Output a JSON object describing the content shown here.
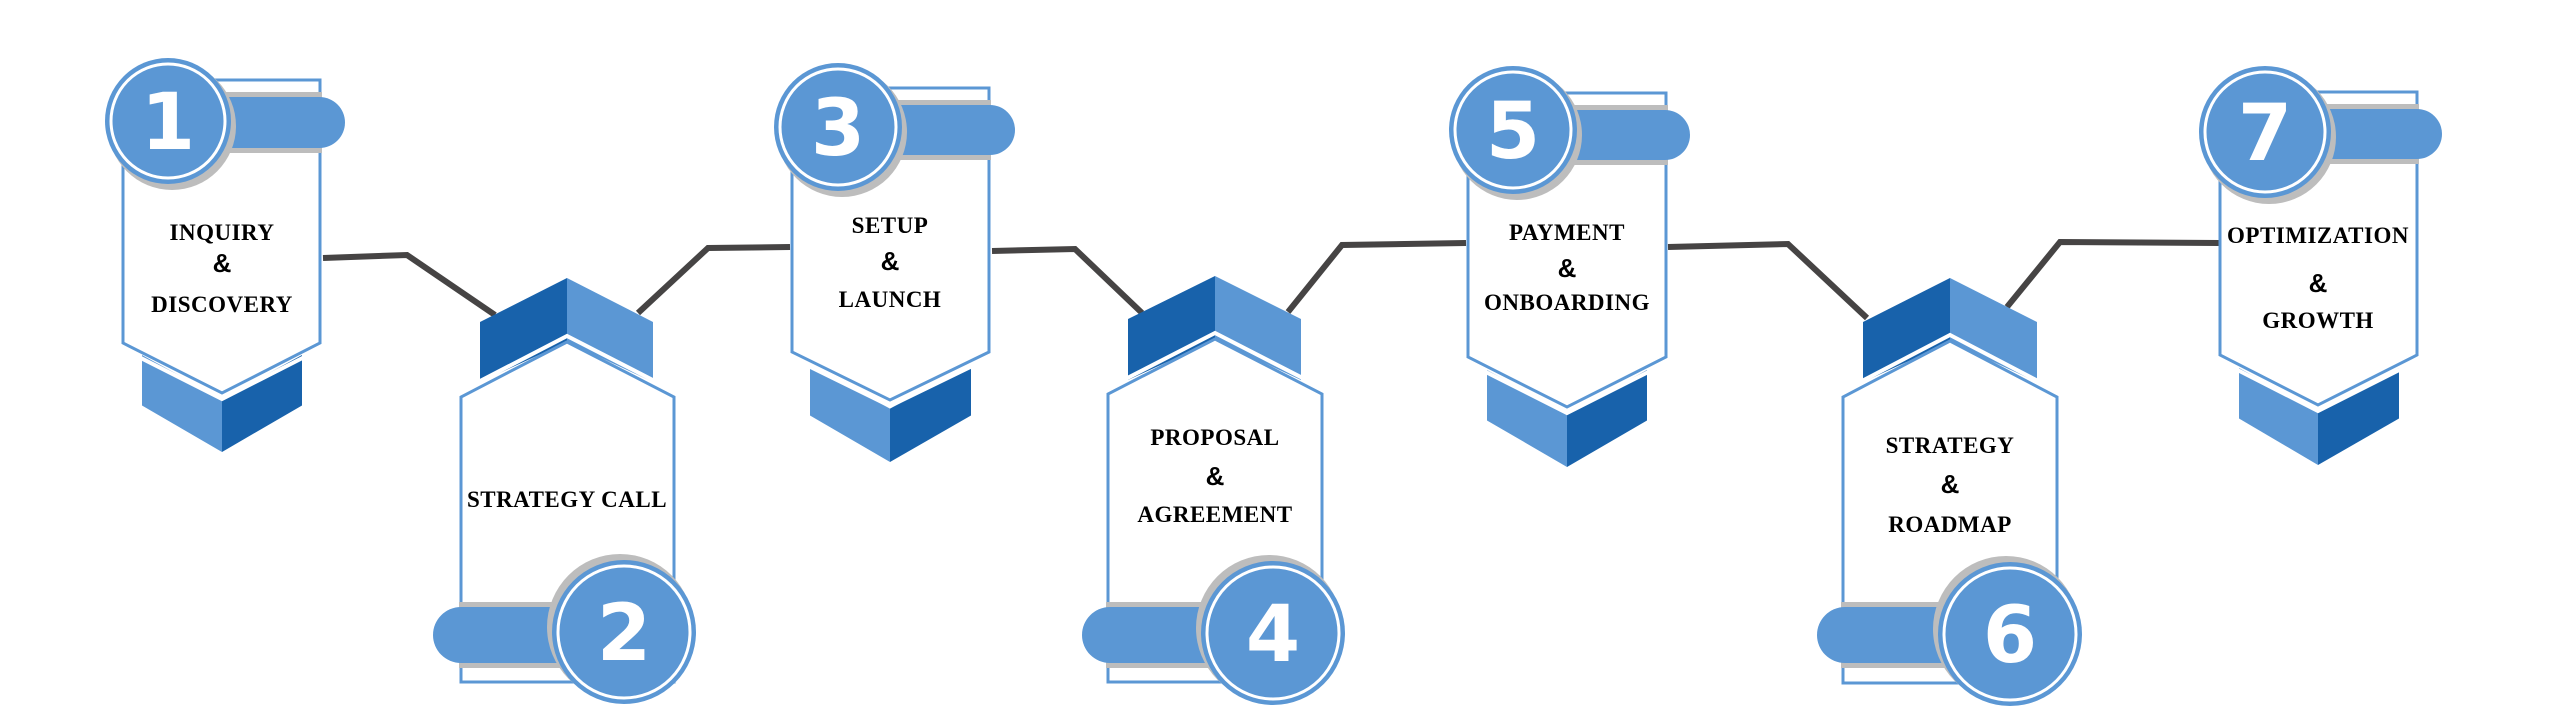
{
  "diagram": {
    "type": "process-timeline",
    "colors": {
      "primary_blue": "#5b97d4",
      "dark_blue": "#1862ab",
      "connector": "#464444",
      "shadow": "#bdbdbd",
      "text": "#000000"
    },
    "steps": [
      {
        "number": "1",
        "lines": [
          "INQUIRY",
          "&",
          "DISCOVERY"
        ],
        "position": "top"
      },
      {
        "number": "2",
        "lines": [
          "STRATEGY CALL"
        ],
        "position": "bottom"
      },
      {
        "number": "3",
        "lines": [
          "SETUP",
          "&",
          "LAUNCH"
        ],
        "position": "top"
      },
      {
        "number": "4",
        "lines": [
          "PROPOSAL",
          "&",
          "AGREEMENT"
        ],
        "position": "bottom"
      },
      {
        "number": "5",
        "lines": [
          "PAYMENT",
          "&",
          "ONBOARDING"
        ],
        "position": "top"
      },
      {
        "number": "6",
        "lines": [
          "STRATEGY",
          "&",
          "ROADMAP"
        ],
        "position": "bottom"
      },
      {
        "number": "7",
        "lines": [
          "OPTIMIZATION",
          "&",
          "GROWTH"
        ],
        "position": "top"
      }
    ]
  }
}
